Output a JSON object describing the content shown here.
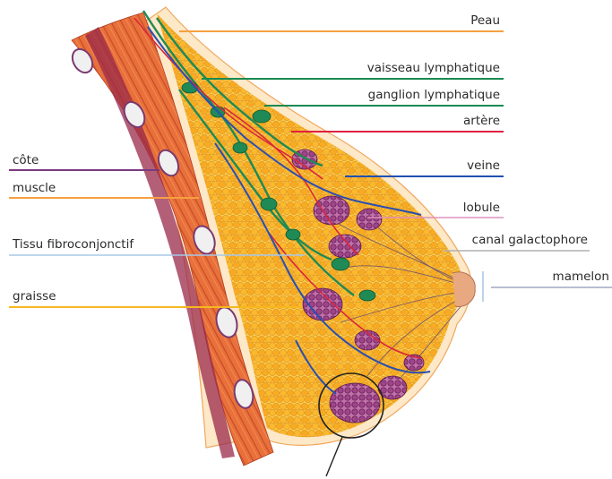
{
  "labels": {
    "peau": "Peau",
    "vaisseau": "vaisseau lymphatique",
    "ganglion": "ganglion lymphatique",
    "artere": "artère",
    "veine": "veine",
    "lobule": "lobule",
    "canal": "canal galactophore",
    "mamelon": "mamelon",
    "cote": "côte",
    "muscle": "muscle",
    "tissu": "Tissu fibroconjonctif",
    "graisse": "graisse"
  },
  "colors": {
    "peau": "#f5a040",
    "vaisseau": "#1a8a50",
    "ganglion": "#1a8a50",
    "artere": "#e02040",
    "veine": "#2050b0",
    "lobule": "#e090c0",
    "canal": "#b0b0b0",
    "mamelon": "#a0a8c0",
    "cote": "#7a3a80",
    "muscle": "#f5a040",
    "tissu": "#a8c8e8",
    "graisse": "#f5b820"
  }
}
